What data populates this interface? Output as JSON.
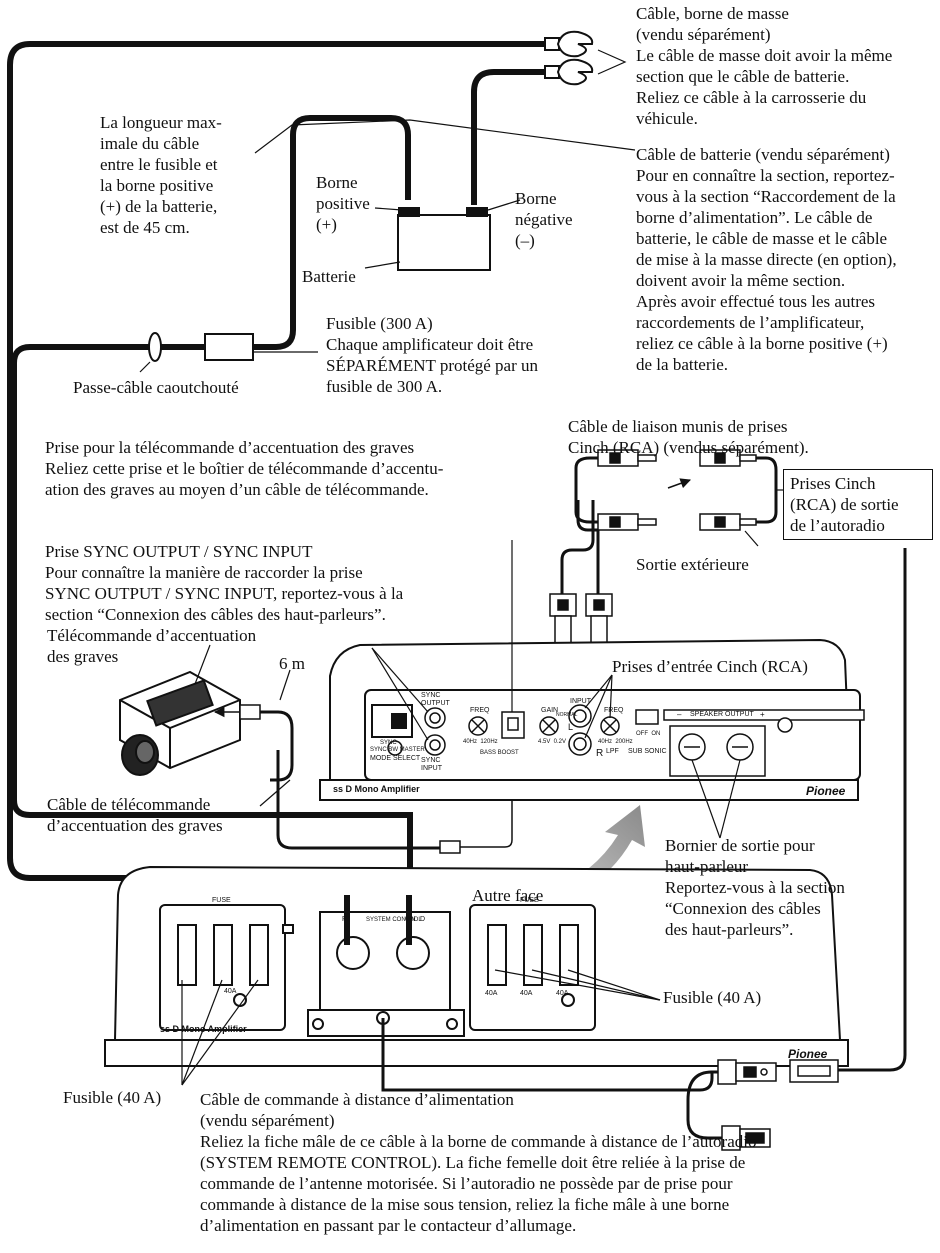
{
  "labels": {
    "ground_cable": "Câble, borne de masse\n(vendu séparément)\nLe câble de masse doit avoir la même\nsection que le câble de batterie.\nReliez ce câble à la carrosserie du\nvéhicule.",
    "max_length": "La longueur max-\nimale du câble\nentre le fusible et\nla borne positive\n(+) de la batterie,\nest de 45 cm.",
    "positive_terminal": "Borne\npositive\n(+)",
    "negative_terminal": "Borne\nnégative\n(–)",
    "battery": "Batterie",
    "battery_cable": "Câble de batterie (vendu séparément)\nPour en connaître la section, reportez-\nvous à la section “Raccordement de la\nborne d’alimentation”. Le câble de\nbatterie, le câble de masse et le câble\nde mise à la masse directe (en option),\ndoivent avoir la même section.\nAprès avoir effectué tous les autres\nraccordements de l’amplificateur,\nreliez ce câble à la borne positive (+)\nde la batterie.",
    "fuse_300": "Fusible (300 A)\nChaque amplificateur doit être\nSÉPARÉMENT protégé par un\nfusible de 300 A.",
    "grommet": "Passe-câble caoutchouté",
    "rca_cable": "Câble de liaison munis de prises\nCinch (RCA) (vendus séparément).",
    "head_unit_rca": "Prises Cinch\n(RCA) de sortie\nde l’autoradio",
    "external_output": "Sortie extérieure",
    "bass_remote_jack": "Prise pour la télécommande d’accentuation des graves\nReliez cette prise et le boîtier de télécommande d’accentu-\nation des graves au moyen d’un câble de télécommande.",
    "sync_jack": "Prise SYNC OUTPUT / SYNC INPUT\nPour connaître la manière de raccorder la prise\nSYNC OUTPUT / SYNC INPUT, reportez-vous à la\nsection “Connexion des câbles des haut-parleurs”.",
    "bass_remote": "Télécommande d’accentuation\ndes graves",
    "six_m": "6 m",
    "rca_inputs": "Prises d’entrée Cinch (RCA)",
    "bass_remote_cable": "Câble de télécommande\nd’accentuation des graves",
    "speaker_terminal": "Bornier de sortie pour\nhaut-parleur\nReportez-vous à la section\n“Connexion des câbles\ndes haut-parleurs”.",
    "other_side": "Autre face",
    "fuse_40_right": "Fusible (40 A)",
    "fuse_40_left": "Fusible (40 A)",
    "remote_cable": "Câble de commande à distance d’alimentation\n(vendu séparément)\nReliez la fiche mâle de ce câble à la borne de commande à distance de l’autoradio\n(SYSTEM REMOTE CONTROL). La fiche femelle doit être reliée à la prise de\ncommande de l’antenne motorisée. Si l’autoradio ne possède par de prise pour\ncommande à distance de la mise sous tension, reliez la fiche mâle à une borne\nd’alimentation en passant par le contacteur d’allumage."
  },
  "panel_top": {
    "sync_output": "SYNC\nOUTPUT",
    "sync_input": "SYNC\nINPUT",
    "sync": "SYNC",
    "sync_bw_master": "SYNC BW MASTER",
    "mode_select": "MODE SELECT",
    "freq": "FREQ",
    "freq_range": "40Hz  120Hz",
    "bass_boost": "BASS BOOST",
    "gain": "GAIN",
    "normal": "NORMAL",
    "gain_range": "4.5V  0.2V",
    "input": "INPUT",
    "l": "L",
    "r": "R",
    "lpf": "LPF",
    "lpf_range": "40Hz  200Hz",
    "sub_sonic": "SUB SONIC",
    "off_on": "OFF  ON",
    "speaker_output": "SPEAKER OUTPUT",
    "minus": "–",
    "plus": "+",
    "model": "ss D Mono Amplifier",
    "brand": "Pionee"
  },
  "panel_bottom": {
    "fuse_left": "FUSE",
    "fuse_right": "FUSE",
    "fuse_rating": "40A",
    "power_label": "P",
    "system_control": "SYSTEM CONTROL",
    "gnd_label": "GN",
    "d_label": "D",
    "model": "ss D Mono Amplifier",
    "brand": "Pionee"
  }
}
